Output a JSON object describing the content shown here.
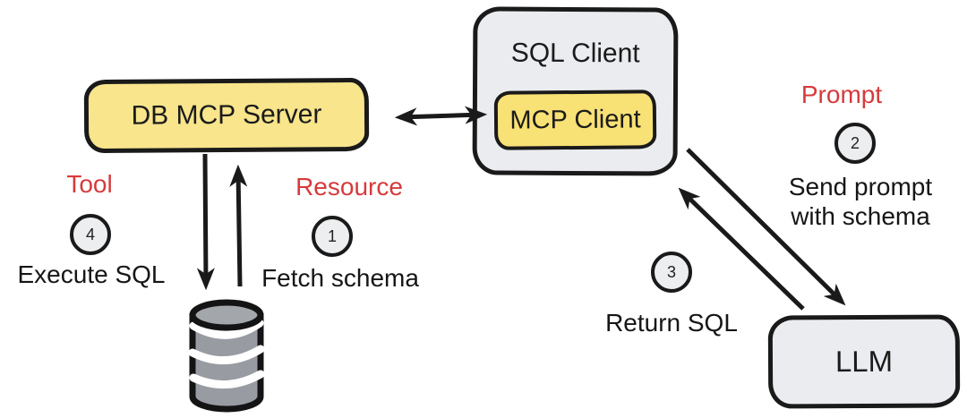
{
  "diagram": {
    "nodes": {
      "db_mcp_server": "DB MCP Server",
      "sql_client": "SQL Client",
      "mcp_client": "MCP Client",
      "llm": "LLM"
    },
    "labels": {
      "tool": "Tool",
      "resource": "Resource",
      "prompt": "Prompt"
    },
    "captions": {
      "execute_sql": "Execute SQL",
      "fetch_schema": "Fetch schema",
      "send_prompt_line1": "Send prompt",
      "send_prompt_line2": "with schema",
      "return_sql": "Return SQL"
    },
    "steps": {
      "fetch_schema": "1",
      "send_prompt": "2",
      "return_sql": "3",
      "execute_sql": "4"
    },
    "icons": {
      "database": "database-cylinder-icon"
    },
    "colors": {
      "node_yellow": "#f8e58c",
      "node_yellow_inner": "#f8e175",
      "node_gray": "#eaecef",
      "ink": "#1a1a1a",
      "red_label": "#d63a3c",
      "step_circle_fill": "#eceef0",
      "database_gray": "#989ca2",
      "database_stripe": "#ffffff",
      "background": "#ffffff"
    }
  }
}
